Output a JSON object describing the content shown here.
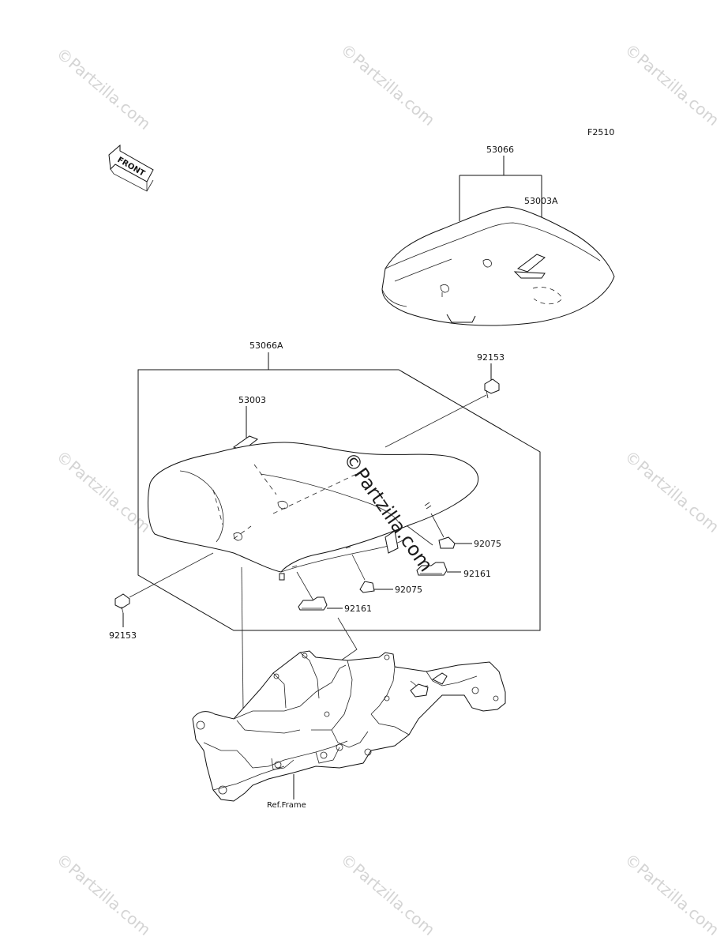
{
  "figure_code": "F2510",
  "front_marker": "FRONT",
  "parts": {
    "rear_seat_assy": "53066",
    "rear_seat_hook": "53003A",
    "front_seat_assy": "53066A",
    "front_seat_hook": "53003",
    "bolt_right": "92153",
    "bolt_left": "92153",
    "damper_right": "92075",
    "damper_center": "92075",
    "clip_right": "92161",
    "clip_center": "92161",
    "frame_ref": "Ref.Frame"
  },
  "watermark": {
    "small": "©Partzilla.com",
    "center": "©Partzilla.com"
  }
}
